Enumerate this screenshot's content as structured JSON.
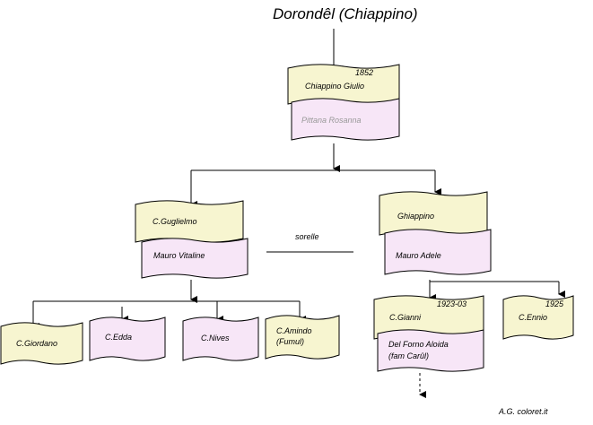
{
  "title": "Dorondêl (Chiappino)",
  "colors": {
    "yellow": "#f7f5d0",
    "pink": "#f7e6f7",
    "gray_text": "#999999"
  },
  "nodes": {
    "chiappino_giulio": {
      "year": "1852",
      "name": "Chiappino Giulio"
    },
    "pittana_rosanna": {
      "name": "Pittana Rosanna"
    },
    "c_guglielmo": {
      "name": "C.Guglielmo"
    },
    "mauro_vitaline": {
      "name": "Mauro Vitaline"
    },
    "ghiappino": {
      "name": "Ghiappino"
    },
    "mauro_adele": {
      "name": "Mauro Adele"
    },
    "c_giordano": {
      "name": "C.Giordano"
    },
    "c_edda": {
      "name": "C.Edda"
    },
    "c_nives": {
      "name": "C.Nives"
    },
    "c_amindo": {
      "name_line1": "C.Amindo",
      "name_line2": "(Fumul)"
    },
    "c_gianni": {
      "year": "1923-03",
      "name": "C.Gianni"
    },
    "del_forno_aloida": {
      "name_line1": "Del Forno Aloida",
      "name_line2": "(fam Carûl)"
    },
    "c_ennio": {
      "year": "1925",
      "name": "C.Ennio"
    }
  },
  "sorelle_label": "sorelle",
  "credit": "A.G. coloret.it"
}
